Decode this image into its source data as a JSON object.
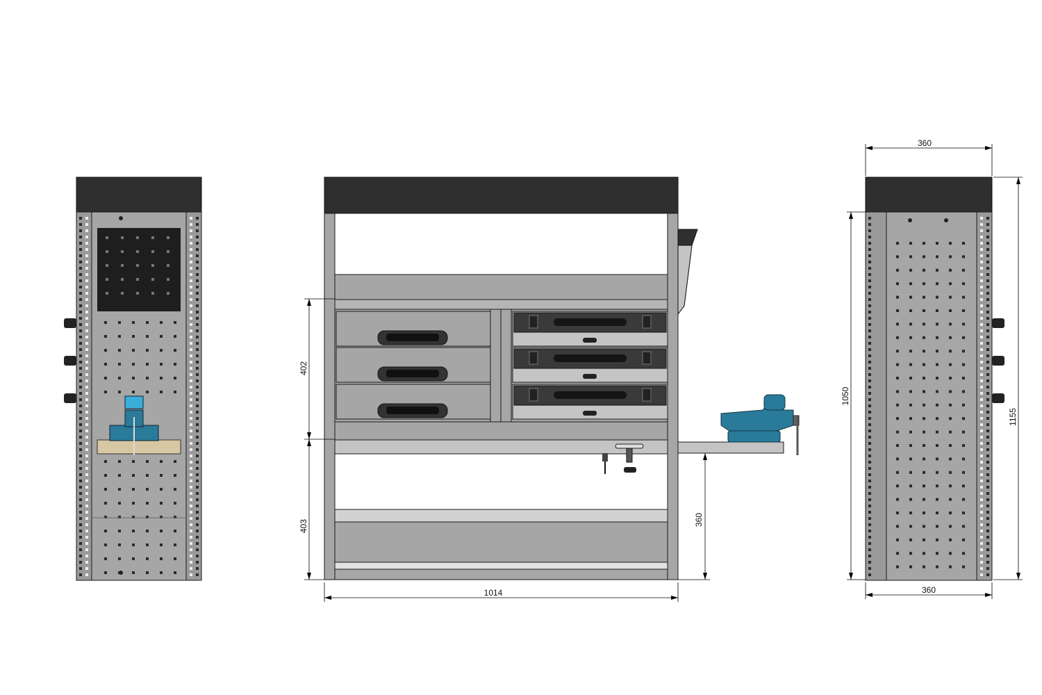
{
  "colors": {
    "steel": "#a6a6a6",
    "steel_dark": "#8c8c8c",
    "steel_light": "#c4c4c4",
    "cap": "#2f2f2f",
    "outline": "#1a1a1a",
    "hole": "#2a2a2a",
    "vise_blue": "#2a7a9a",
    "wood": "#d8c7a3",
    "dim_line": "#000000"
  },
  "dimensions": {
    "left_drawer_section": "402",
    "left_lower_section": "403",
    "bench_height": "360",
    "total_width": "1014",
    "side_top_width": "360",
    "side_bottom_width": "360",
    "side_inner_height": "1050",
    "side_total_height": "1155"
  },
  "views": {
    "left": "side-view-left",
    "front": "front-view",
    "right": "side-view-right"
  },
  "icons": [
    "bench-vise-icon",
    "drawer-handle-icon",
    "clamp-icon"
  ]
}
